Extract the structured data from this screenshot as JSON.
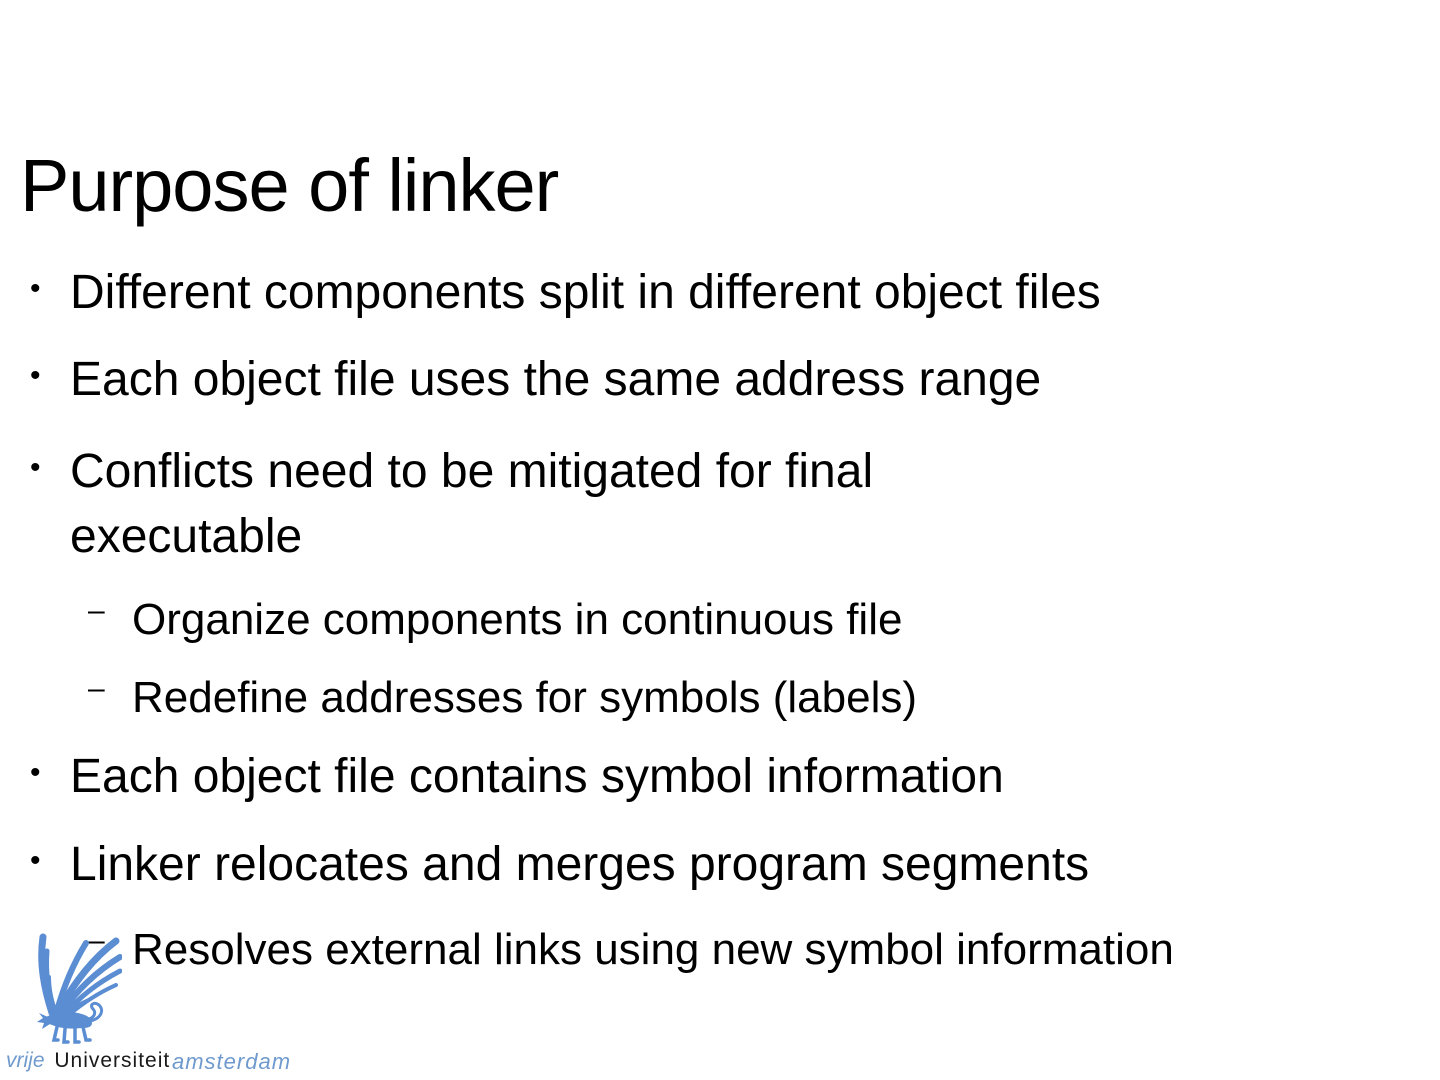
{
  "slide": {
    "title": "Purpose of linker",
    "bullet_char": "•",
    "dash_char": "–",
    "bullets": [
      {
        "level": 1,
        "text": "Different components split in different object files"
      },
      {
        "level": 1,
        "text": "Each object file uses the same address range"
      },
      {
        "level": 1,
        "text": "Conflicts need to be mitigated for final executable"
      },
      {
        "level": 2,
        "text": "Organize components in continuous file"
      },
      {
        "level": 2,
        "text": "Redefine addresses for symbols (labels)"
      },
      {
        "level": 1,
        "text": "Each object file contains symbol information"
      },
      {
        "level": 1,
        "text": "Linker relocates and merges program segments"
      },
      {
        "level": 2,
        "text": "Resolves external links using new symbol information"
      }
    ]
  },
  "footer": {
    "vrije": "vrije",
    "universiteit": "Universiteit",
    "amsterdam": "amsterdam"
  },
  "colors": {
    "background": "#ffffff",
    "text": "#000000",
    "logo_blue": "#5b8dd3",
    "wordmark_blue": "#6f9ace"
  }
}
